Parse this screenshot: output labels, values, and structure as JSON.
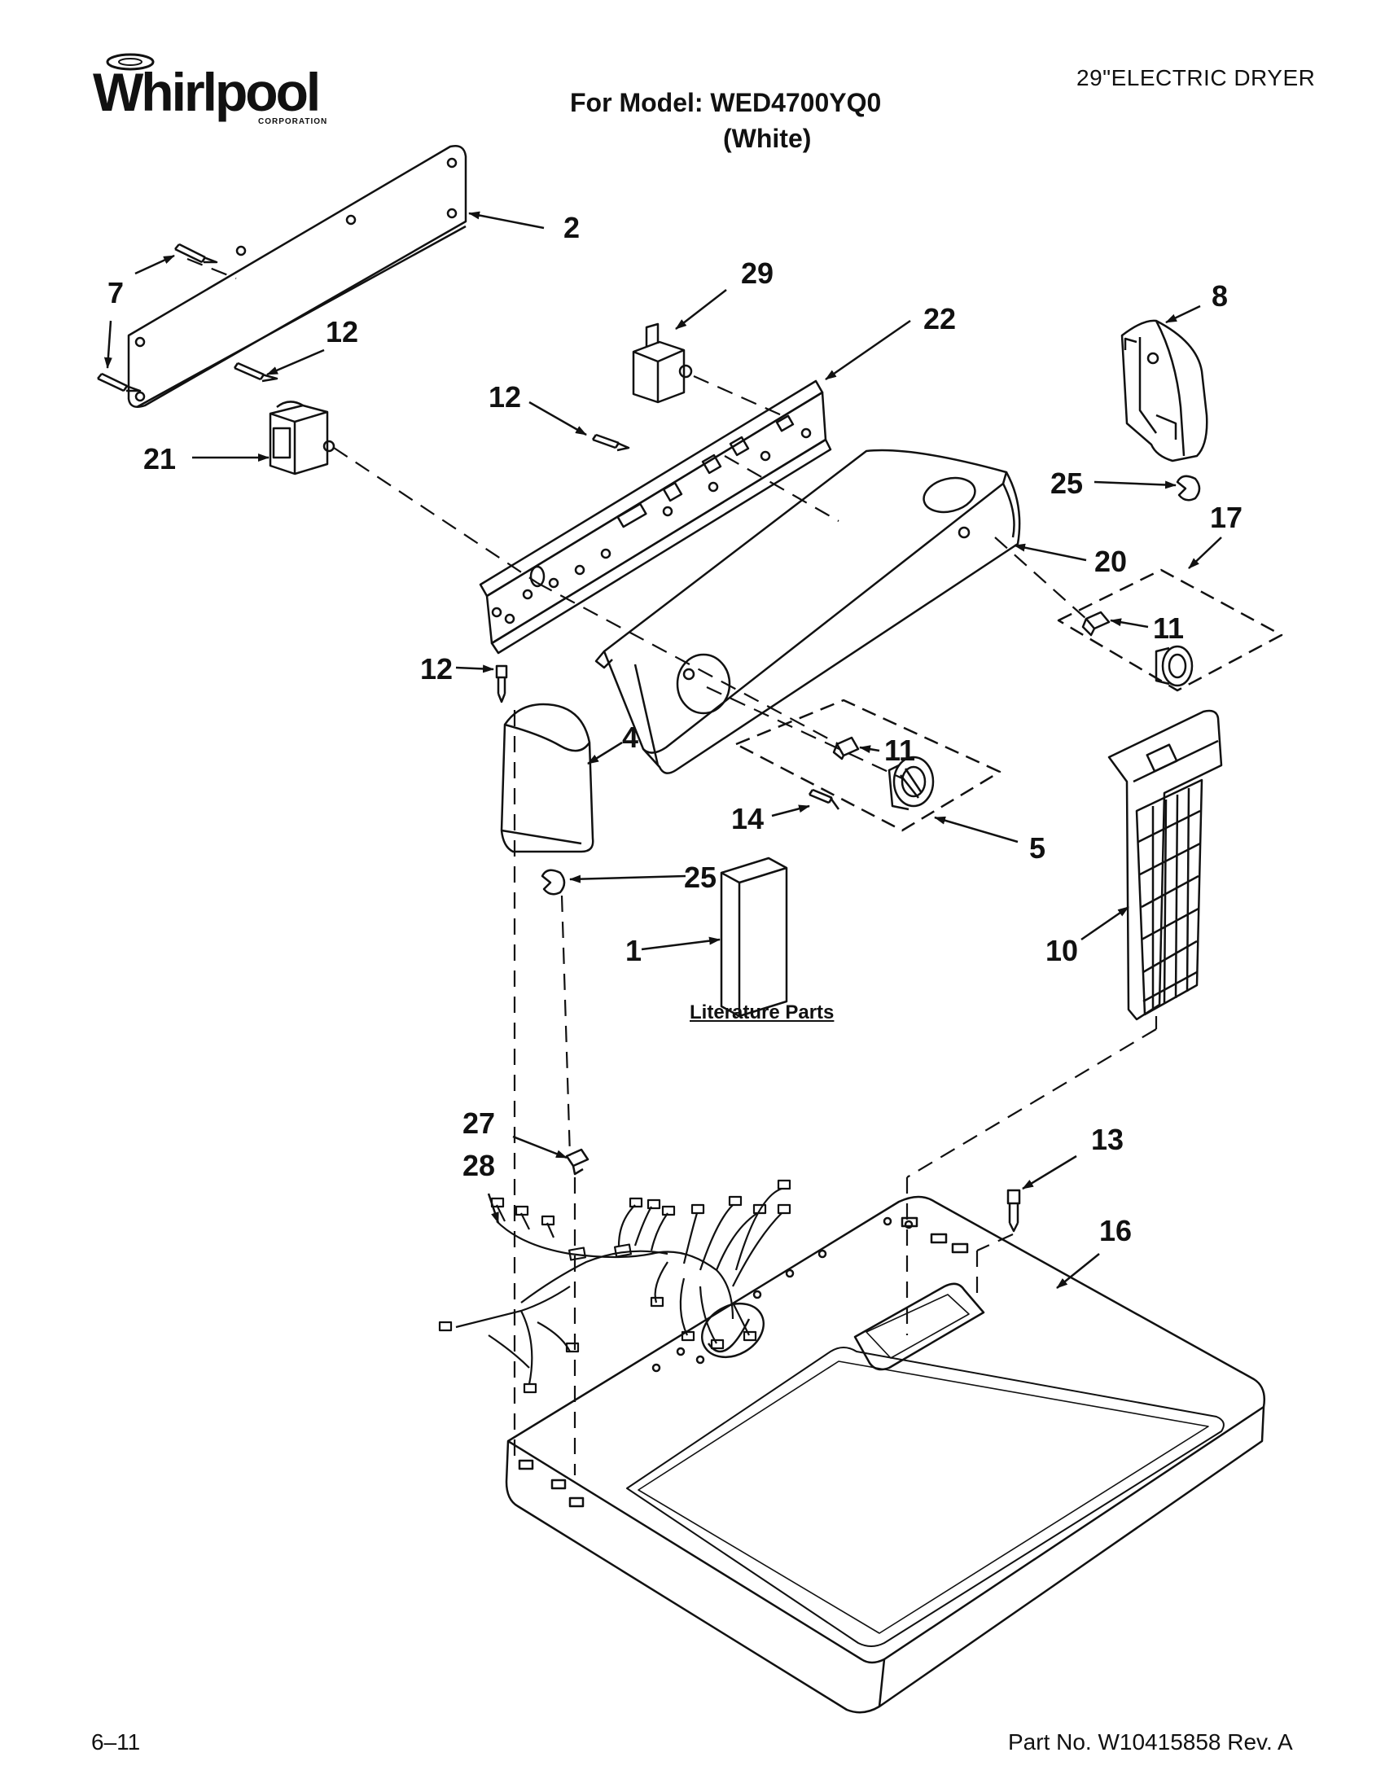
{
  "header": {
    "brand_name": "Whirlpool",
    "brand_sub": "CORPORATION",
    "model_line": "For Model: WED4700YQ0",
    "color_line": "(White)",
    "product_type": "29\"ELECTRIC DRYER"
  },
  "footer": {
    "page_number": "6–11",
    "part_number": "Part No. W10415858 Rev. A"
  },
  "literature_caption": "Literature Parts",
  "callouts": [
    {
      "id": "c2",
      "label": "2"
    },
    {
      "id": "c7",
      "label": "7"
    },
    {
      "id": "c12a",
      "label": "12"
    },
    {
      "id": "c21",
      "label": "21"
    },
    {
      "id": "c29",
      "label": "29"
    },
    {
      "id": "c22",
      "label": "22"
    },
    {
      "id": "c12b",
      "label": "12"
    },
    {
      "id": "c8",
      "label": "8"
    },
    {
      "id": "c25a",
      "label": "25"
    },
    {
      "id": "c17",
      "label": "17"
    },
    {
      "id": "c20",
      "label": "20"
    },
    {
      "id": "c11a",
      "label": "11"
    },
    {
      "id": "c12c",
      "label": "12"
    },
    {
      "id": "c4",
      "label": "4"
    },
    {
      "id": "c11b",
      "label": "11"
    },
    {
      "id": "c14",
      "label": "14"
    },
    {
      "id": "c5",
      "label": "5"
    },
    {
      "id": "c25b",
      "label": "25"
    },
    {
      "id": "c1",
      "label": "1"
    },
    {
      "id": "c10",
      "label": "10"
    },
    {
      "id": "c27",
      "label": "27"
    },
    {
      "id": "c28",
      "label": "28"
    },
    {
      "id": "c13",
      "label": "13"
    },
    {
      "id": "c16",
      "label": "16"
    }
  ]
}
